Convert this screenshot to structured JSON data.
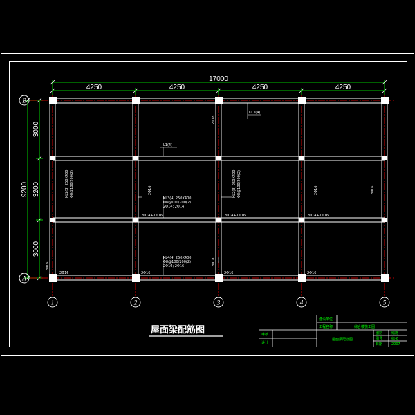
{
  "drawing_title": "屋面梁配筋图",
  "dimensions": {
    "overall": "17000",
    "bays": [
      "4250",
      "4250",
      "4250",
      "4250"
    ],
    "total_vertical": "9200",
    "spans_vertical": [
      "3000",
      "3200",
      "3000"
    ]
  },
  "axes": {
    "columns": [
      "1",
      "2",
      "3",
      "4",
      "5"
    ],
    "rows": [
      "B",
      "A"
    ]
  },
  "beam_labels": {
    "l1_top": "KL1(4)",
    "l1_mid": "L1(4)",
    "col3_top": "2Φ18",
    "col1_mid": "KL2(3) 250X400",
    "col1_mid2": "Φ8@100/200(2)",
    "col2_mid_small": "2Φ16",
    "col2_center": "KL3(4) 250X400",
    "col2_center2": "Φ8@100/200(2)",
    "col2_center3": "2Φ14; 2Φ14",
    "col3_mid": "KL2(3) 250X400",
    "col3_mid2": "Φ8@100/200(2)",
    "col4_mid_small": "2Φ16",
    "col5_mid_small": "2Φ16",
    "mid_beam_2": "2Φ14+1Φ16",
    "mid_beam_3": "2Φ14+1Φ16",
    "mid_beam_4": "2Φ14+1Φ16",
    "bottom_center1": "KL4(4) 250X400",
    "bottom_center2": "Φ8@100/200(2)",
    "bottom_center3": "2Φ16; 2Φ16",
    "col3_bottom": "2Φ18",
    "col1_bottom": "2Φ16",
    "bot_1": "2Φ16",
    "bot_2": "2Φ16",
    "bot_3": "2Φ16",
    "bot_4": "2Φ16"
  },
  "title_block": {
    "r1": "建设单位",
    "r2": "工程名称",
    "project_name": "综合楼施工图",
    "dwg_name": "屋面梁配筋图",
    "left1": "审核",
    "left2": "设计",
    "right1": "图别",
    "right2": "图号",
    "right3": "日期",
    "val1": "结施",
    "val2": "结-6",
    "val3": "2007"
  },
  "colors": {
    "background": "#000000",
    "line": "#ffffff",
    "axis_red": "#ff0000",
    "dim_green": "#00ff00",
    "label_yellow": "#ffff00"
  }
}
